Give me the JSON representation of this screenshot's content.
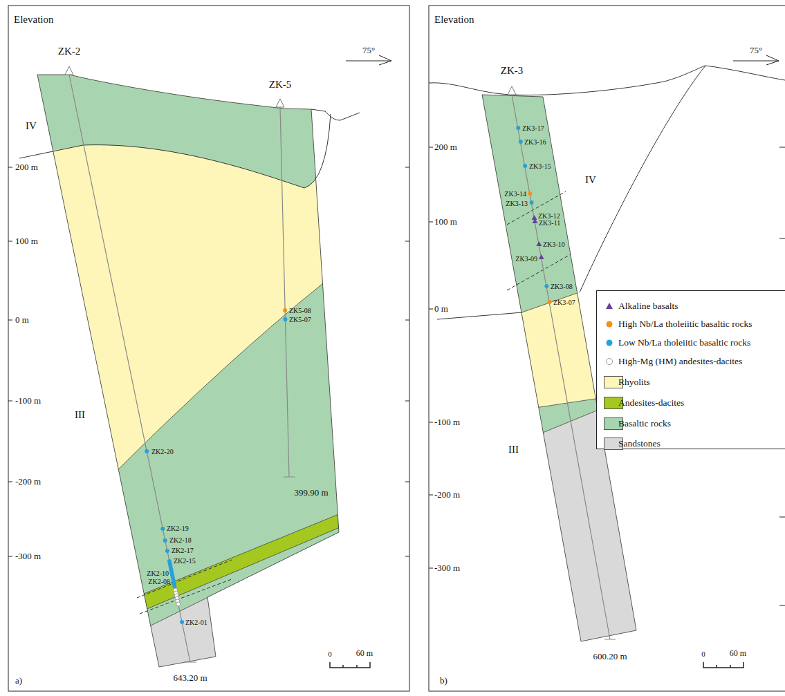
{
  "diagram": {
    "labels": [
      "Elevation",
      "ZK-2",
      "ZK-5",
      "75°",
      "IV",
      "200 m",
      "100 m",
      "0 m",
      "-100 m",
      "-200 m",
      "-300 m",
      "III",
      "ZK2-20",
      "ZK2-19",
      "ZK2-18",
      "ZK2-17",
      "ZK2-15",
      "ZK2-10",
      "ZK2-08",
      "ZK2-01",
      "ZK5-08",
      "ZK5-07",
      "399.90 m",
      "643.20 m",
      "0",
      "60 m",
      "a)",
      "Elevation",
      "ZK-3",
      "75°",
      "ZK3-17",
      "ZK3-16",
      "ZK3-15",
      "ZK3-14",
      "ZK3-13",
      "ZK3-12",
      "ZK3-11",
      "ZK3-10",
      "ZK3-09",
      "ZK3-08",
      "ZK3-07",
      "IV",
      "200 m",
      "100 m",
      "0 m",
      "-100 m",
      "-200 m",
      "-300 m",
      "III",
      "600.20 m",
      "0",
      "60 m",
      "b)"
    ],
    "legend": [
      {
        "text": "Alkaline basalts"
      },
      {
        "text": "High Nb/La tholeiitic basaltic rocks"
      },
      {
        "text": "Low Nb/La tholeiitic basaltic rocks"
      },
      {
        "text": "High-Mg (HM) andesites-dacites"
      },
      {
        "text": "Rhyolits",
        "color": "#fdf6b8"
      },
      {
        "text": "Andesites-dacites",
        "color": "#a5c820"
      },
      {
        "text": "Basaltic rocks",
        "color": "#a8d5af"
      },
      {
        "text": "Sandstones",
        "color": "#d9d9d9"
      }
    ]
  }
}
